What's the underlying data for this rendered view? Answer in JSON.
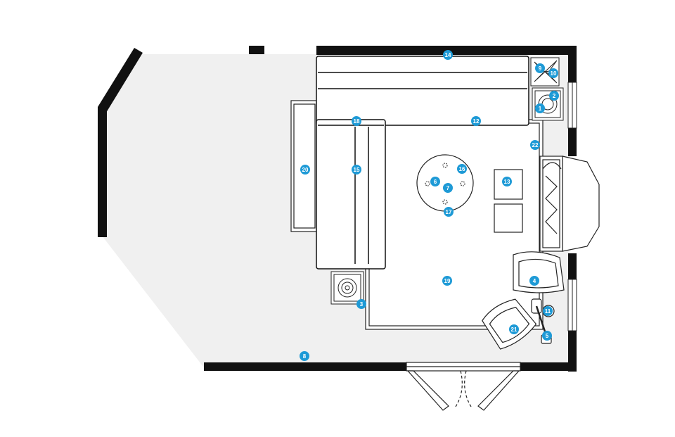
{
  "colors": {
    "floor": "#f0f0f0",
    "wall": "#111111",
    "line": "#222222",
    "marker": "#1e9ad6",
    "marker_text": "#ffffff",
    "furniture": "#ffffff"
  },
  "markers": [
    {
      "id": "marker-1",
      "label": "1"
    },
    {
      "id": "marker-2",
      "label": "2"
    },
    {
      "id": "marker-3",
      "label": "3"
    },
    {
      "id": "marker-4",
      "label": "4"
    },
    {
      "id": "marker-5",
      "label": "5"
    },
    {
      "id": "marker-6",
      "label": "6"
    },
    {
      "id": "marker-7",
      "label": "7"
    },
    {
      "id": "marker-8",
      "label": "8"
    },
    {
      "id": "marker-9",
      "label": "9"
    },
    {
      "id": "marker-10",
      "label": "10"
    },
    {
      "id": "marker-11",
      "label": "11"
    },
    {
      "id": "marker-12",
      "label": "12"
    },
    {
      "id": "marker-13",
      "label": "13"
    },
    {
      "id": "marker-14",
      "label": "14"
    },
    {
      "id": "marker-15",
      "label": "15"
    },
    {
      "id": "marker-16",
      "label": "16"
    },
    {
      "id": "marker-17",
      "label": "17"
    },
    {
      "id": "marker-18",
      "label": "18"
    },
    {
      "id": "marker-19",
      "label": "19"
    },
    {
      "id": "marker-20",
      "label": "20"
    },
    {
      "id": "marker-21",
      "label": "21"
    },
    {
      "id": "marker-22",
      "label": "22"
    }
  ]
}
